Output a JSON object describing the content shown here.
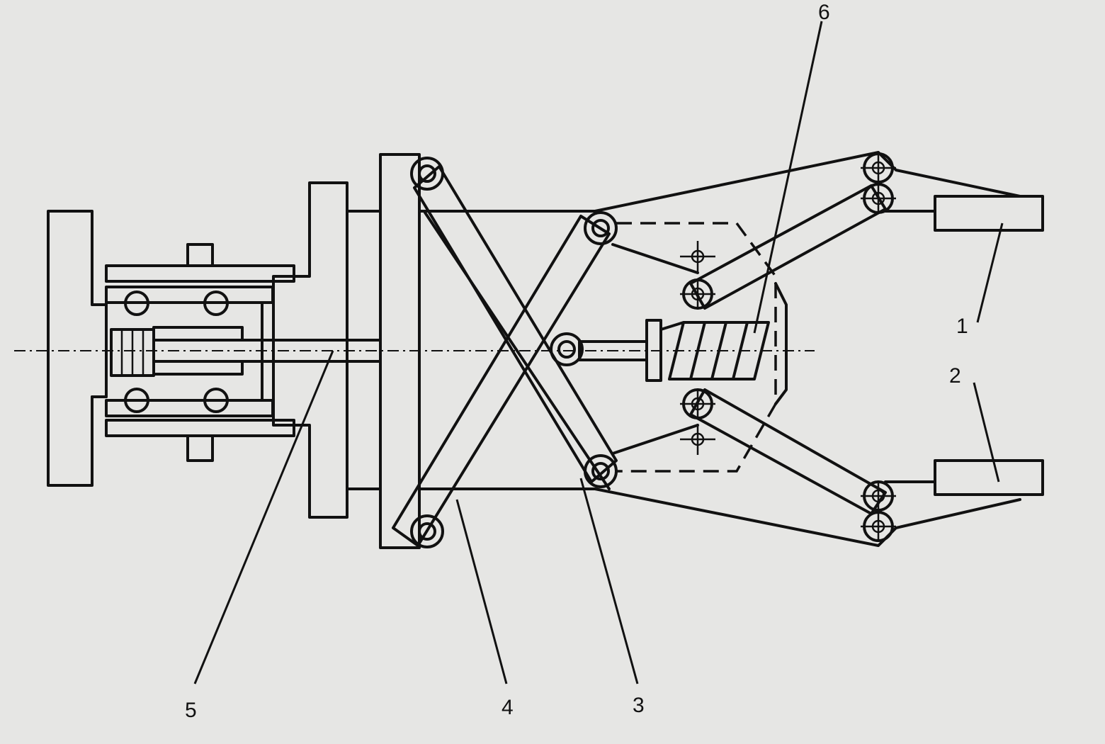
{
  "diagram": {
    "part_labels": [
      {
        "id": "1",
        "text": "1"
      },
      {
        "id": "2",
        "text": "2"
      },
      {
        "id": "3",
        "text": "3"
      },
      {
        "id": "4",
        "text": "4"
      },
      {
        "id": "5",
        "text": "5"
      },
      {
        "id": "6",
        "text": "6"
      }
    ],
    "colors": {
      "line": "#111111",
      "paper": "#e6e6e4",
      "hatch_pattern": "section-hatch"
    }
  }
}
